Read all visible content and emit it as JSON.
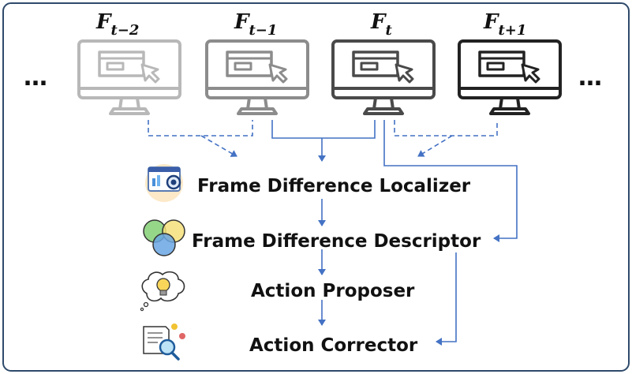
{
  "frames": [
    {
      "base": "F",
      "sub": "t−2",
      "color": "#b8b8b8"
    },
    {
      "base": "F",
      "sub": "t−1",
      "color": "#8c8c8c"
    },
    {
      "base": "F",
      "sub": "t",
      "color": "#4a4a4a"
    },
    {
      "base": "F",
      "sub": "t+1",
      "color": "#222222"
    }
  ],
  "ellipsis_left": "…",
  "ellipsis_right": "…",
  "pipeline": [
    {
      "label": "Frame Difference Localizer",
      "icon": "screen-inspect-icon"
    },
    {
      "label": "Frame Difference Descriptor",
      "icon": "venn-icon"
    },
    {
      "label": "Action Proposer",
      "icon": "lightbulb-icon"
    },
    {
      "label": "Action Corrector",
      "icon": "document-search-icon"
    }
  ],
  "colors": {
    "arrow": "#4472c4",
    "border": "#2f4a6b"
  }
}
